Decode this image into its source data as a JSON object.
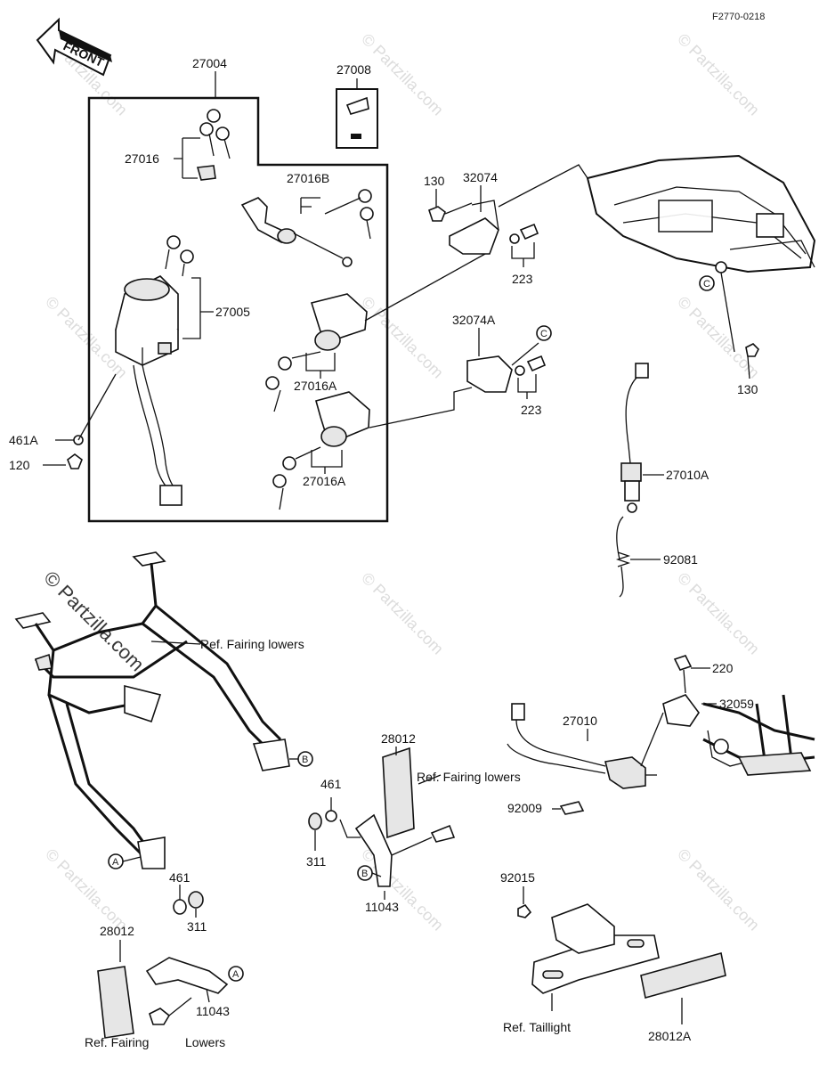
{
  "diagram_code": "F2770-0218",
  "front_label": "FRONT",
  "watermark": "© Partzilla.com",
  "callouts": {
    "c27004": "27004",
    "c27008": "27008",
    "c27016": "27016",
    "c27016B": "27016B",
    "c27005": "27005",
    "c27016A_1": "27016A",
    "c27016A_2": "27016A",
    "c461A": "461A",
    "c120": "120",
    "c130_a": "130",
    "c32074": "32074",
    "c223_a": "223",
    "c32074A": "32074A",
    "c223_b": "223",
    "c130_b": "130",
    "c27010A": "27010A",
    "c92081": "92081",
    "c220": "220",
    "c32059": "32059",
    "c27010": "27010",
    "c92009": "92009",
    "c28012_a": "28012",
    "c461_a": "461",
    "c311_a": "311",
    "c11043_a": "11043",
    "c461_b": "461",
    "c311_b": "311",
    "c28012_b": "28012",
    "c11043_b": "11043",
    "c92015": "92015",
    "c28012A": "28012A"
  },
  "refs": {
    "fairing_lowers_1": "Ref. Fairing lowers",
    "fairing_lowers_2": "Ref. Fairing lowers",
    "fairing_lowers_3a": "Ref. Fairing",
    "fairing_lowers_3b": "Lowers",
    "taillight": "Ref. Taillight"
  },
  "markers": {
    "a": "A",
    "b": "B",
    "c": "C"
  }
}
